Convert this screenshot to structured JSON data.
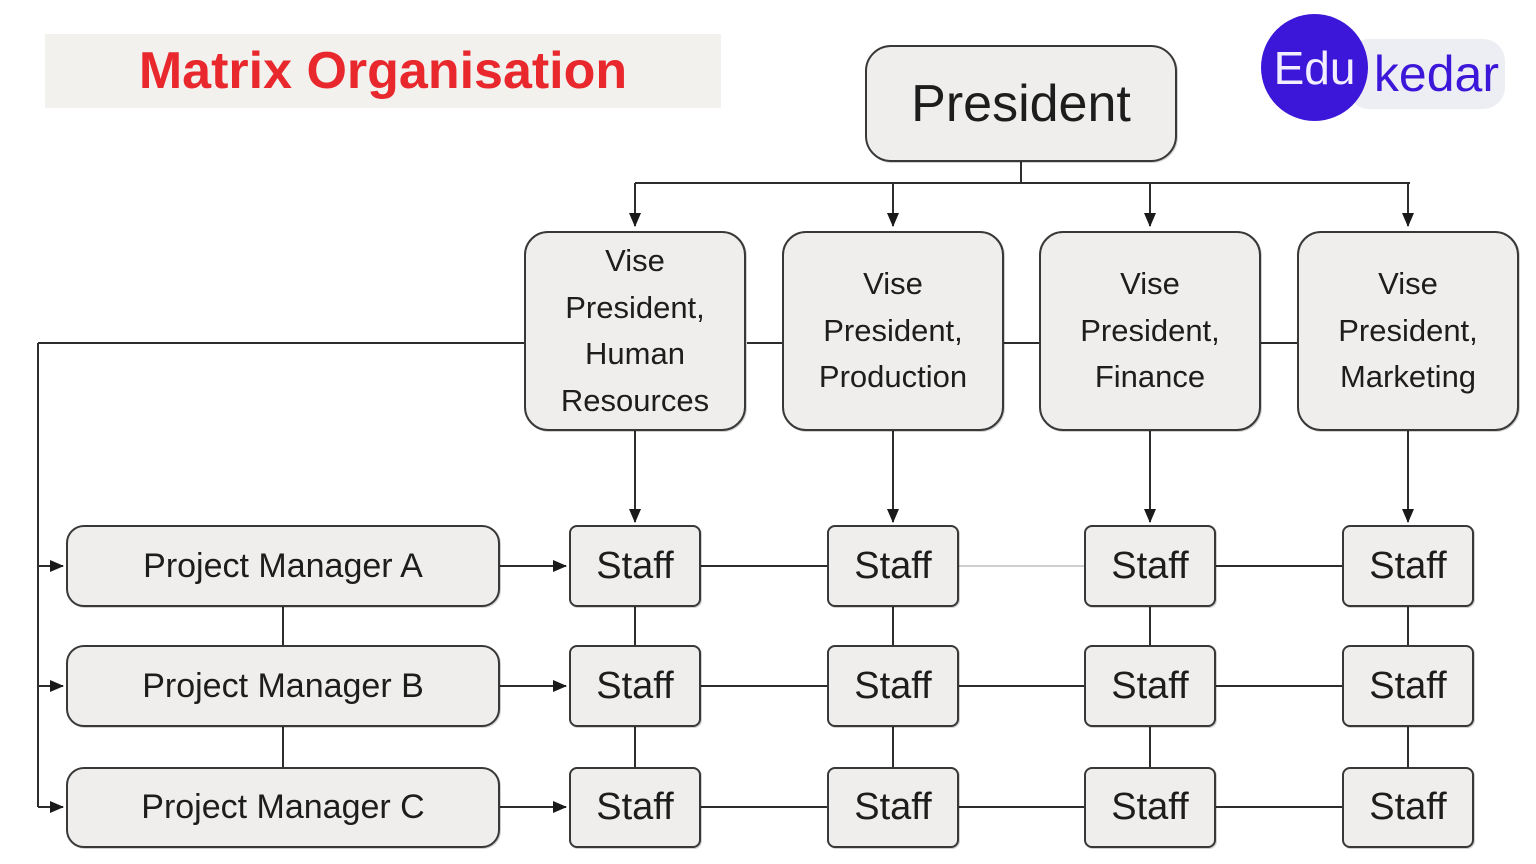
{
  "header": {
    "title": "Matrix Organisation"
  },
  "logo": {
    "text_primary": "Edu",
    "text_secondary": "kedar"
  },
  "diagram": {
    "president": "President",
    "vice_presidents": [
      "Vise\nPresident,\nHuman\nResources",
      "Vise\nPresident,\nProduction",
      "Vise\nPresident,\nFinance",
      "Vise\nPresident,\nMarketing"
    ],
    "project_managers": [
      "Project Manager A",
      "Project Manager B",
      "Project Manager C"
    ],
    "staff_label": "Staff"
  },
  "colors": {
    "title_red": "#e8282c",
    "logo_blue": "#3d17d9",
    "box_fill": "#efeeec",
    "box_border": "#383838",
    "line": "#2d2d2d",
    "line_muted": "#cfcfcf"
  }
}
